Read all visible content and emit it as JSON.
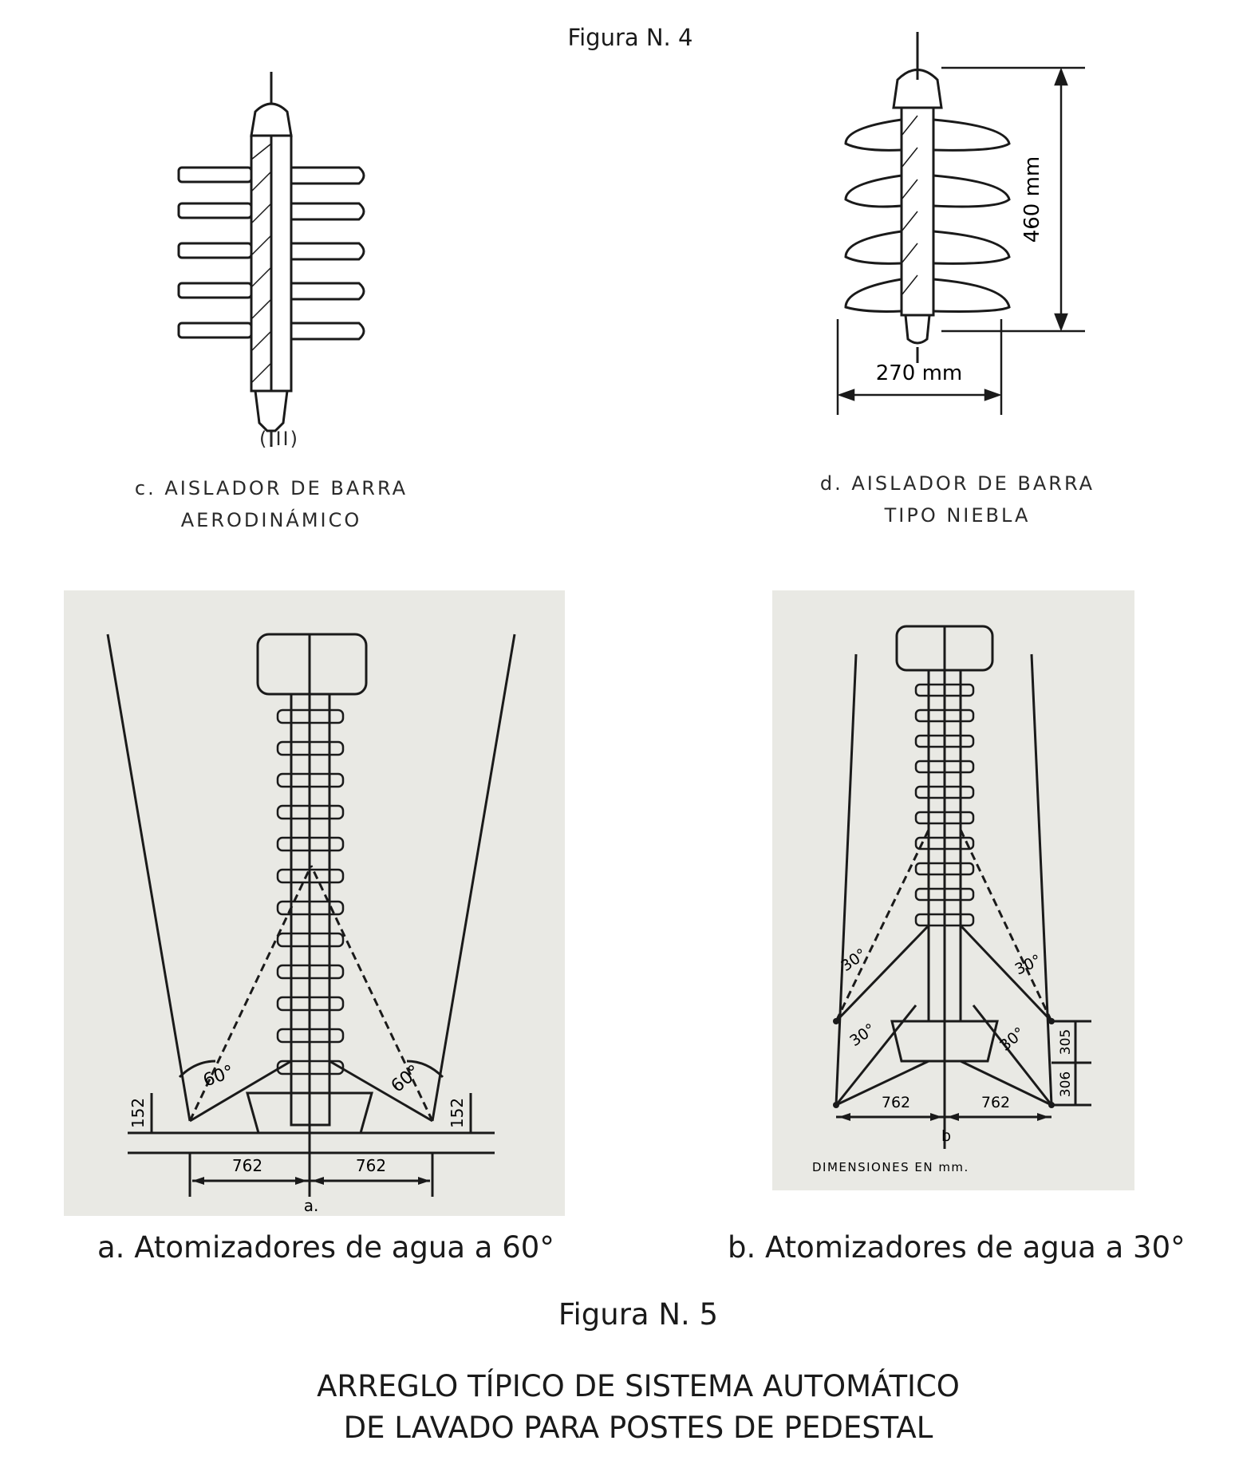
{
  "figure4": {
    "title": "Figura N. 4",
    "item_c": {
      "marker": "(III)",
      "caption_line1": "c. AISLADOR DE BARRA",
      "caption_line2": "AERODINÁMICO"
    },
    "item_d": {
      "height_label": "460 mm",
      "width_label": "270 mm",
      "caption_line1": "d. AISLADOR DE BARRA",
      "caption_line2": "TIPO NIEBLA"
    }
  },
  "figure5": {
    "title": "Figura N. 5",
    "diagram_a": {
      "angle_left": "60°",
      "angle_right": "60°",
      "height_left": "152",
      "height_right": "152",
      "spacing_left": "762",
      "spacing_right": "762",
      "letter": "a.",
      "caption": "a. Atomizadores de agua a 60°"
    },
    "diagram_b": {
      "angle_upper_left": "30°",
      "angle_upper_right": "30°",
      "angle_lower_left": "30°",
      "angle_lower_right": "30°",
      "height_upper": "305",
      "height_lower": "306",
      "spacing_left": "762",
      "spacing_right": "762",
      "letter": "b",
      "units_note": "DIMENSIONES EN mm.",
      "caption": "b. Atomizadores de agua a 30°"
    },
    "heading_line1": "ARREGLO TÍPICO DE SISTEMA AUTOMÁTICO",
    "heading_line2": "DE LAVADO PARA POSTES DE PEDESTAL"
  },
  "colors": {
    "ink": "#1a1a1a",
    "paper": "#ffffff",
    "scan_bg": "#e9e9e4"
  }
}
